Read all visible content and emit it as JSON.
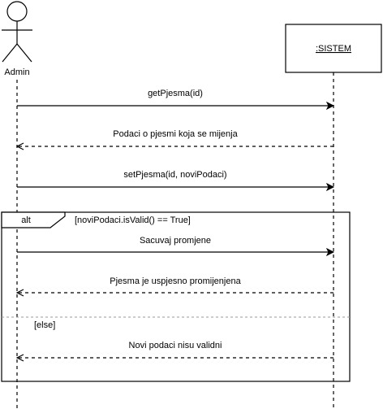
{
  "actor": {
    "name": "Admin"
  },
  "system": {
    "name": ":SISTEM"
  },
  "messages": [
    {
      "label": "getPjesma(id)",
      "direction": "request",
      "style": "solid"
    },
    {
      "label": "Podaci o pjesmi koja se mijenja",
      "direction": "response",
      "style": "dashed"
    },
    {
      "label": "setPjesma(id, noviPodaci)",
      "direction": "request",
      "style": "solid"
    },
    {
      "label": "Sacuvaj promjene",
      "direction": "request",
      "style": "solid"
    },
    {
      "label": "Pjesma je uspjesno promijenjena",
      "direction": "response",
      "style": "dashed"
    },
    {
      "label": "Novi podaci nisu validni",
      "direction": "response",
      "style": "dashed"
    }
  ],
  "fragment": {
    "operator": "alt",
    "guard": "[noviPodaci.isValid() == True]",
    "else_guard": "[else]"
  }
}
